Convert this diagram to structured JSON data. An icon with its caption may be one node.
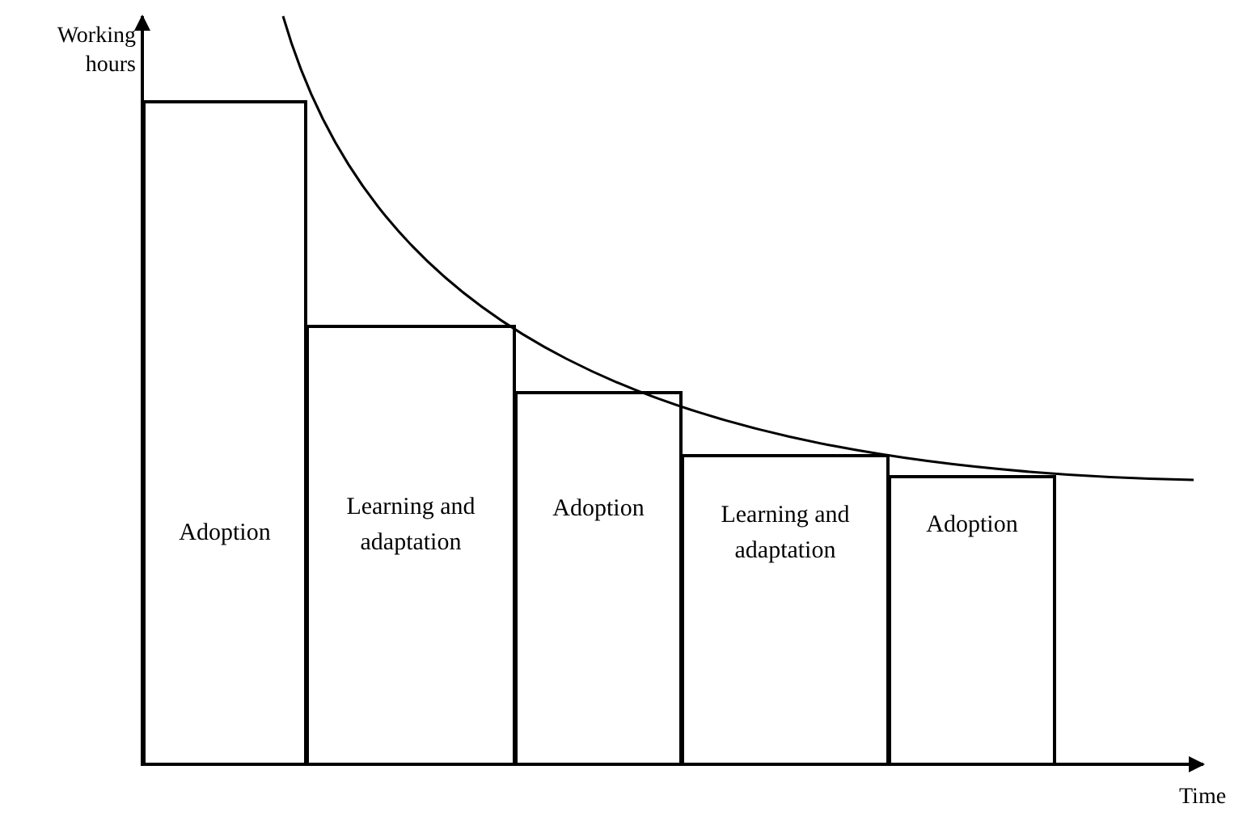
{
  "diagram": {
    "nodes": [
      {
        "text": [
          "Adoption"
        ]
      },
      {
        "text": [
          "Learning and adaptation"
        ]
      },
      {
        "text": [
          "Adoption"
        ]
      },
      {
        "text": [
          "Learning and adaptation"
        ]
      },
      {
        "text": [
          "Adoption"
        ]
      }
    ],
    "labels": [
      "Working hours",
      "Time"
    ]
  }
}
